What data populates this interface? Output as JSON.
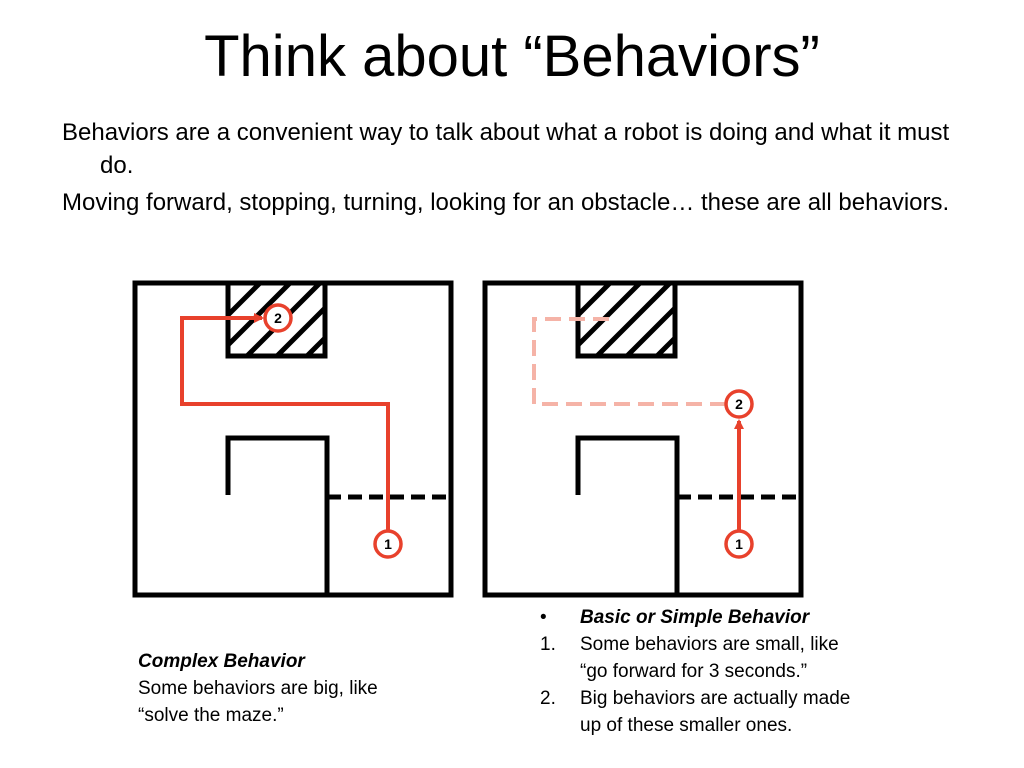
{
  "slide": {
    "title": "Think about “Behaviors”",
    "bullets": [
      "Behaviors are a convenient way to talk about what a robot is doing and what it must do.",
      "Moving forward, stopping, turning, looking for an obstacle… these are all behaviors."
    ]
  },
  "diagrams": {
    "path_color": "#e8412c",
    "faded_path_color": "#f5b3a7",
    "left": {
      "start_label": "1",
      "end_label": "2"
    },
    "right": {
      "start_label": "1",
      "end_label": "2"
    }
  },
  "captions": {
    "left": {
      "heading": "Complex Behavior",
      "line1": "Some behaviors are big, like",
      "line2": "“solve the maze.”"
    },
    "right": {
      "bullet_marker": "•",
      "heading": "Basic or Simple Behavior",
      "items": [
        {
          "marker": "1.",
          "line1": "Some behaviors are small, like",
          "line2": "“go forward for 3 seconds.”"
        },
        {
          "marker": "2.",
          "line1": "Big behaviors are actually made",
          "line2": "up of these smaller ones."
        }
      ]
    }
  }
}
